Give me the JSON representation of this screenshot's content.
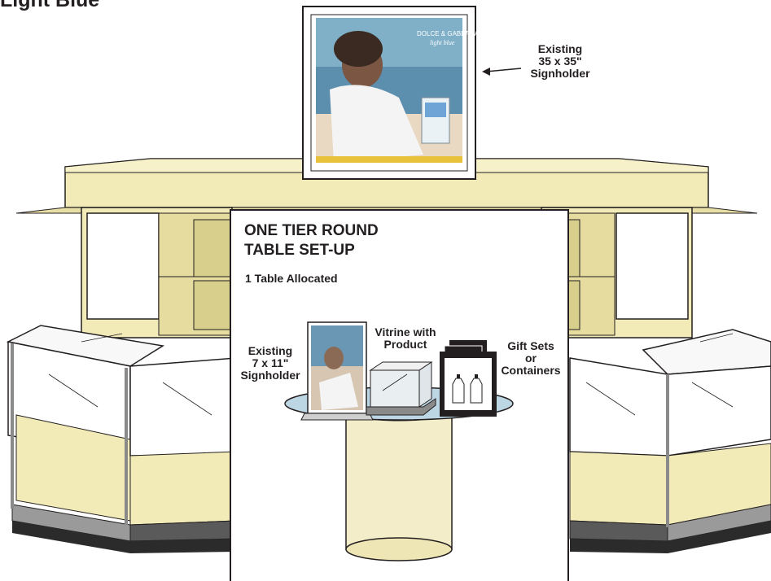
{
  "header": {
    "partial_title": "Light Blue"
  },
  "panel": {
    "title_line1": "ONE TIER ROUND",
    "title_line2": "TABLE SET-UP",
    "subtitle": "1 Table Allocated"
  },
  "callouts": {
    "signholder_35": [
      "Existing",
      "35 x 35\"",
      "Signholder"
    ],
    "signholder_7": [
      "Existing",
      "7 x 11\"",
      "Signholder"
    ],
    "vitrine": [
      "Vitrine with",
      "Product"
    ],
    "gift_sets": [
      "Gift Sets",
      "or",
      "Containers"
    ]
  },
  "poster": {
    "brand": "DOLCE & GABBANA",
    "product": "light blue"
  },
  "colors": {
    "fixture": "#f2ebb8",
    "fixture_dark": "#e0d69a",
    "outline": "#231f20",
    "table_top": "#bcd6e4"
  }
}
